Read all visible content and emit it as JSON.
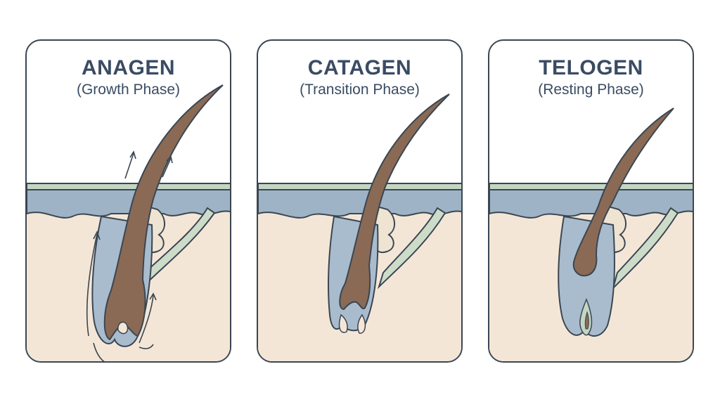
{
  "panels": [
    {
      "title": "ANAGEN",
      "subtitle": "(Growth Phase)"
    },
    {
      "title": "CATAGEN",
      "subtitle": "(Transition Phase)"
    },
    {
      "title": "TELOGEN",
      "subtitle": "(Resting Phase)"
    }
  ],
  "colors": {
    "outline": "#3a4652",
    "title_text": "#3a4c63",
    "dermis": "#f4e6d7",
    "epidermis_blue": "#9fb3c6",
    "skin_surface_green": "#c3d6c3",
    "muscle_green": "#cddcc9",
    "follicle_sheath": "#a9bccd",
    "hair_shaft": "#8a6a55",
    "gland": "#efe4d2"
  }
}
